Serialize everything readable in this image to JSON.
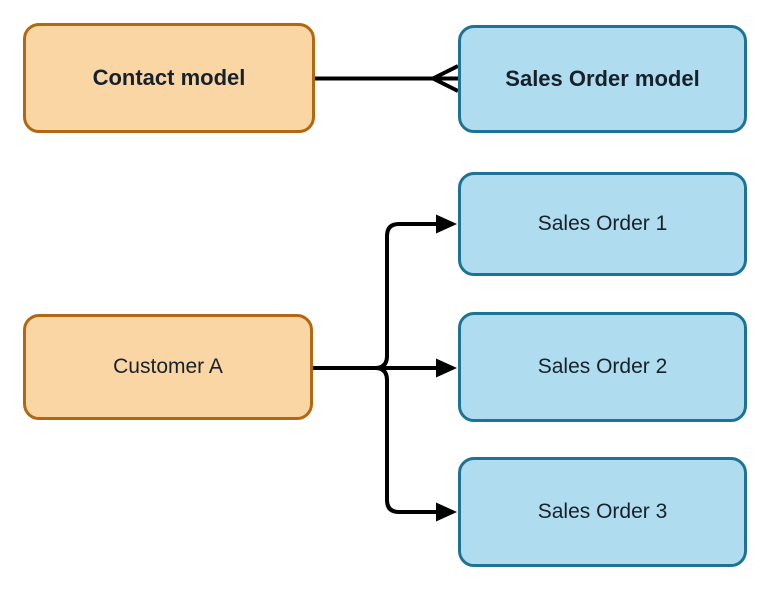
{
  "diagram": {
    "colors": {
      "orange_fill": "#FAD6A5",
      "orange_border": "#B26811",
      "blue_fill": "#AFDDEF",
      "blue_border": "#1C7396",
      "line": "#000000",
      "text": "#17212B"
    },
    "nodes": [
      {
        "id": "contact-model",
        "label": "Contact model",
        "type": "orange",
        "emphasis": "bold"
      },
      {
        "id": "sales-order-model",
        "label": "Sales Order model",
        "type": "blue",
        "emphasis": "bold"
      },
      {
        "id": "customer-a",
        "label": "Customer A",
        "type": "orange",
        "emphasis": "regular"
      },
      {
        "id": "sales-order-1",
        "label": "Sales Order 1",
        "type": "blue",
        "emphasis": "regular"
      },
      {
        "id": "sales-order-2",
        "label": "Sales Order 2",
        "type": "blue",
        "emphasis": "regular"
      },
      {
        "id": "sales-order-3",
        "label": "Sales Order 3",
        "type": "blue",
        "emphasis": "regular"
      }
    ],
    "edges": [
      {
        "from": "contact-model",
        "to": "sales-order-model",
        "style": "crow-foot-one-to-many"
      },
      {
        "from": "customer-a",
        "to": "sales-order-1",
        "style": "arrow"
      },
      {
        "from": "customer-a",
        "to": "sales-order-2",
        "style": "arrow"
      },
      {
        "from": "customer-a",
        "to": "sales-order-3",
        "style": "arrow"
      }
    ]
  }
}
